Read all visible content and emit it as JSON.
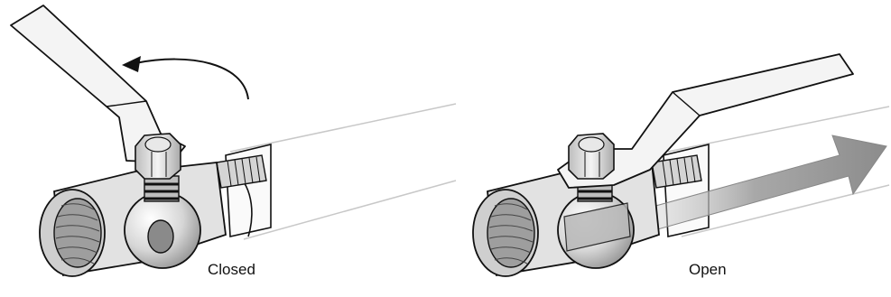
{
  "diagram": {
    "panels": [
      {
        "id": "closed",
        "caption": "Closed",
        "state": "closed",
        "handle_rotation_arrow": true,
        "flow_arrow": false
      },
      {
        "id": "open",
        "caption": "Open",
        "state": "open",
        "handle_rotation_arrow": false,
        "flow_arrow": true
      }
    ],
    "colors": {
      "outline": "#111111",
      "metal_light": "#f2f2f2",
      "metal_mid": "#c9c9c9",
      "metal_dark": "#8a8a8a",
      "pipe_ghost": "#c8c8c8",
      "flow_arrow": "#9a9a9a"
    }
  }
}
